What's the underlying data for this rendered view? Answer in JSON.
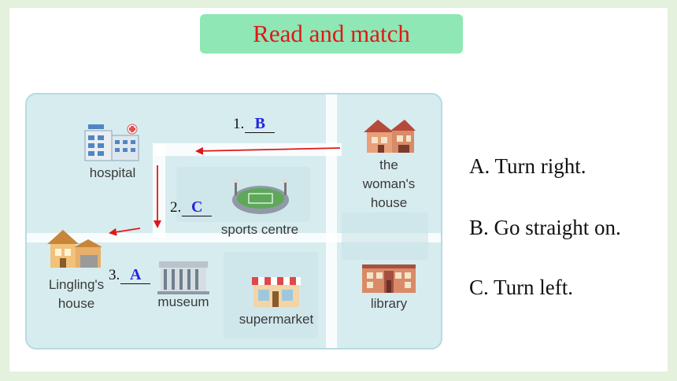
{
  "title": "Read and match",
  "map": {
    "places": {
      "hospital": "hospital",
      "woman_house_line1": "the",
      "woman_house_line2": "woman's",
      "woman_house_line3": "house",
      "sports_centre": "sports centre",
      "lingling_line1": "Lingling's",
      "lingling_line2": "house",
      "museum": "museum",
      "supermarket": "supermarket",
      "library": "library"
    },
    "blanks": [
      {
        "number": "1.",
        "answer": "B"
      },
      {
        "number": "2.",
        "answer": "C"
      },
      {
        "number": "3.",
        "answer": "A"
      }
    ]
  },
  "options": [
    "A. Turn right.",
    "B. Go straight on.",
    "C. Turn left."
  ],
  "colors": {
    "title_text": "#e01818",
    "title_bg": "#8ee7b4",
    "answer": "#2424e0",
    "arrow": "#e01818"
  }
}
